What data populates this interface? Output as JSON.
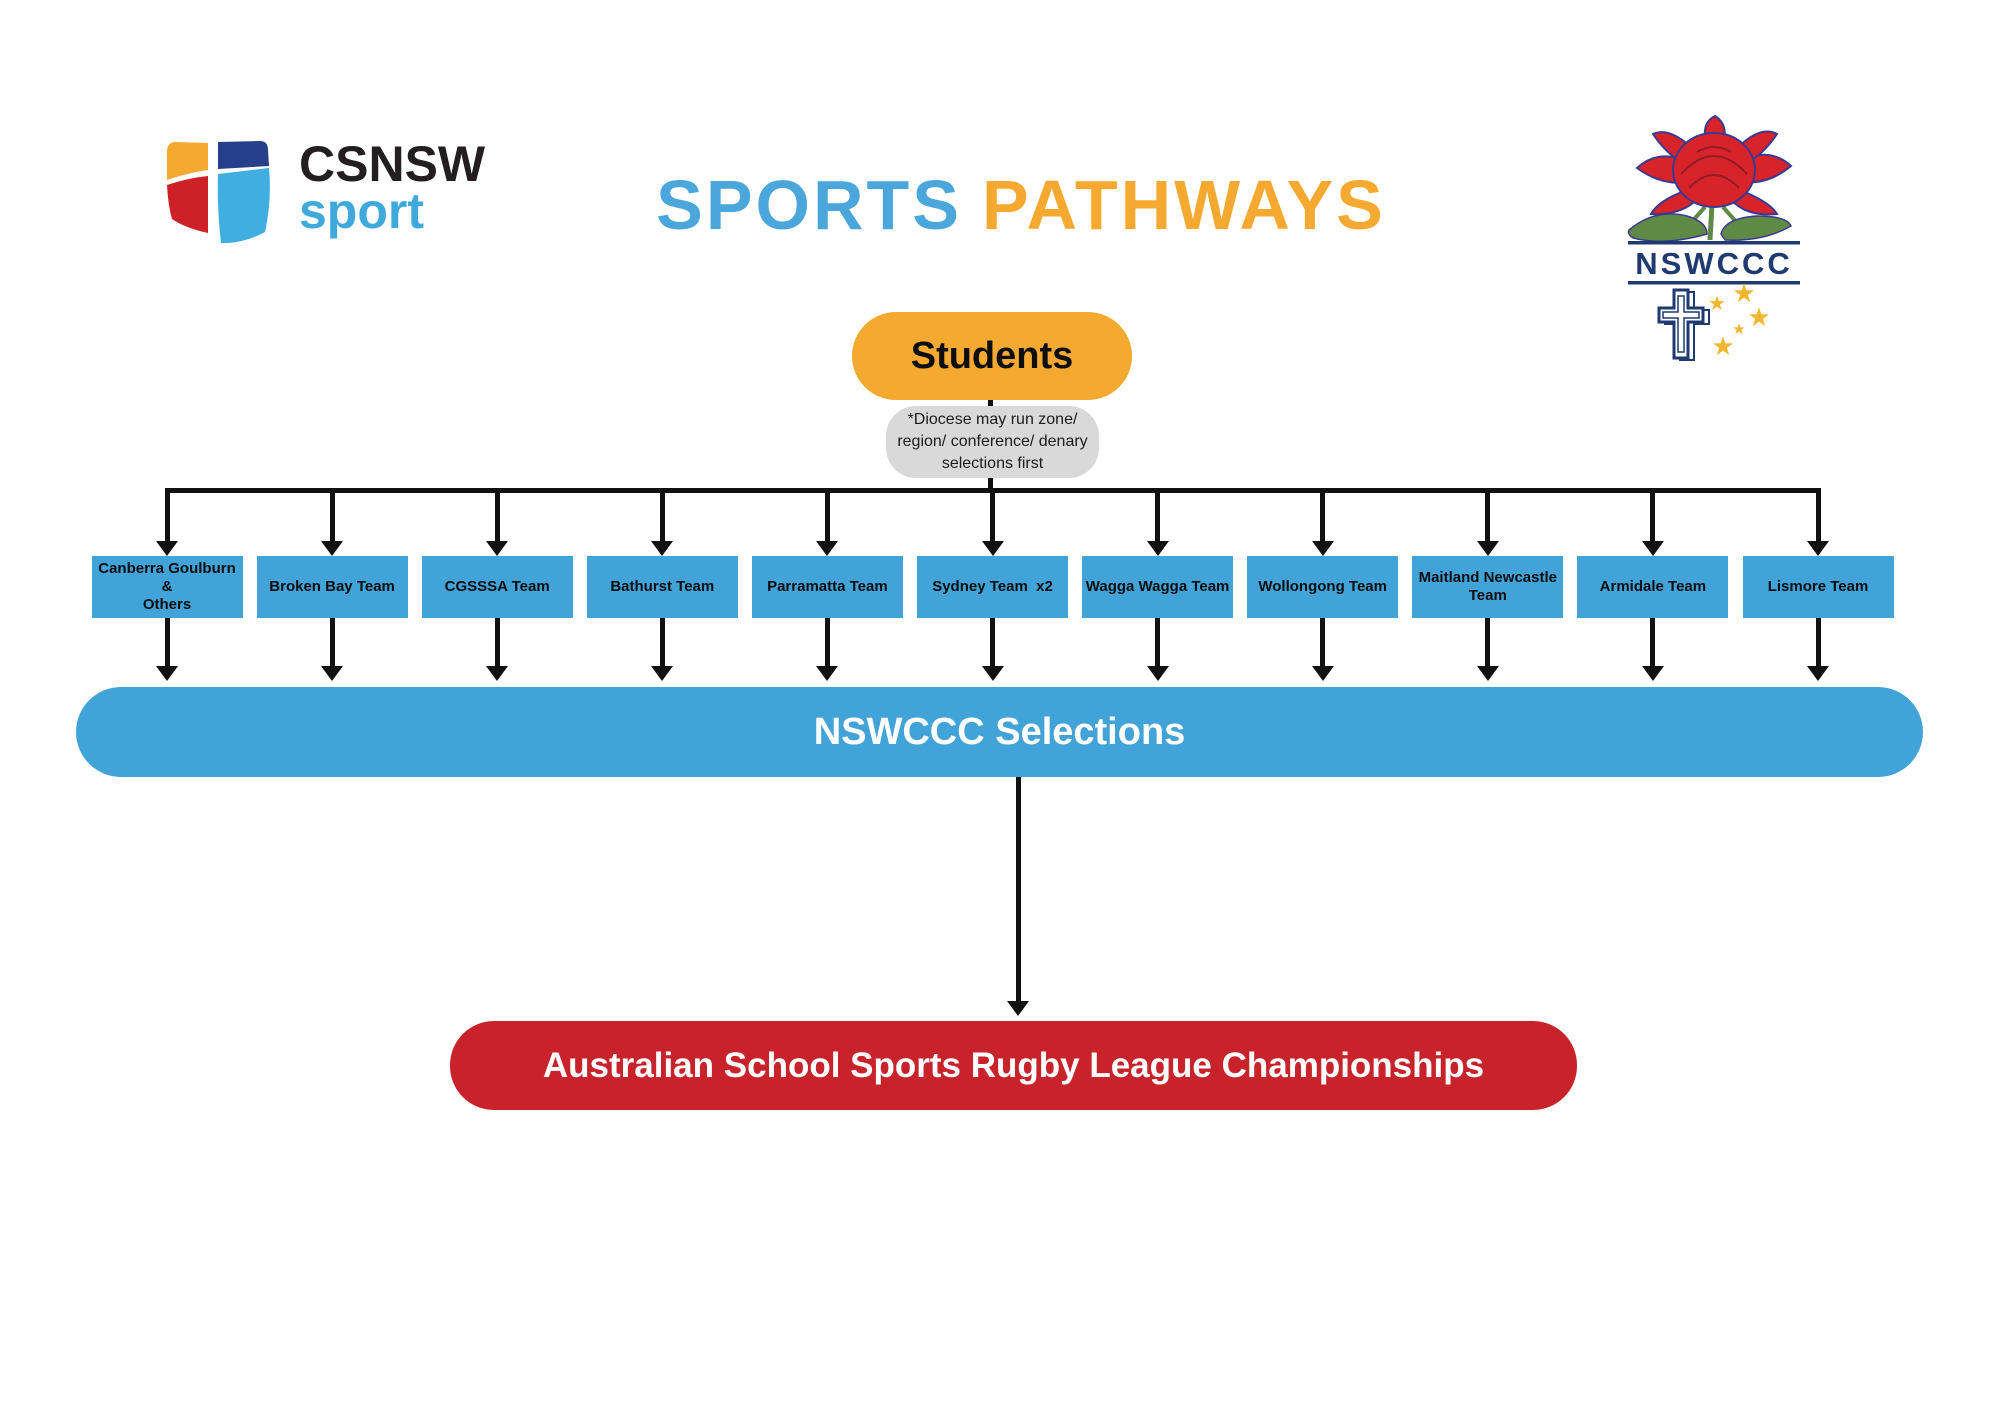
{
  "header": {
    "csnsw_logo": {
      "name": "CSNSW",
      "sub": "sport"
    },
    "title": {
      "word1": "SPORTS",
      "word2": "PATHWAYS"
    },
    "nswccc_logo": {
      "acronym": "NSWCCC"
    }
  },
  "flow": {
    "students": "Students",
    "note": "*Diocese may run zone/ region/ conference/ denary selections first",
    "teams": [
      "Canberra Goulburn &\nOthers",
      "Broken Bay Team",
      "CGSSSA Team",
      "Bathurst Team",
      "Parramatta Team",
      "Sydney Team  x2",
      "Wagga Wagga Team",
      "Wollongong Team",
      "Maitland Newcastle\nTeam",
      "Armidale Team",
      "Lismore Team"
    ],
    "selections": "NSWCCC Selections",
    "championship": "Australian School Sports Rugby League Championships"
  },
  "colors": {
    "blue": "#41a3d8",
    "title_blue": "#4ba7db",
    "orange": "#f5a930",
    "red": "#c8232b",
    "note_gray": "#d9d9d9",
    "navy": "#1f3a70",
    "gold": "#f0b62d",
    "waratah_red": "#d8232a",
    "leaf_green": "#5f8a46",
    "logo_navy": "#27408b",
    "logo_red": "#ce2127",
    "logo_lightblue": "#41aee2",
    "wordmark_blue": "#3fa9dc",
    "line_black": "#111111"
  }
}
